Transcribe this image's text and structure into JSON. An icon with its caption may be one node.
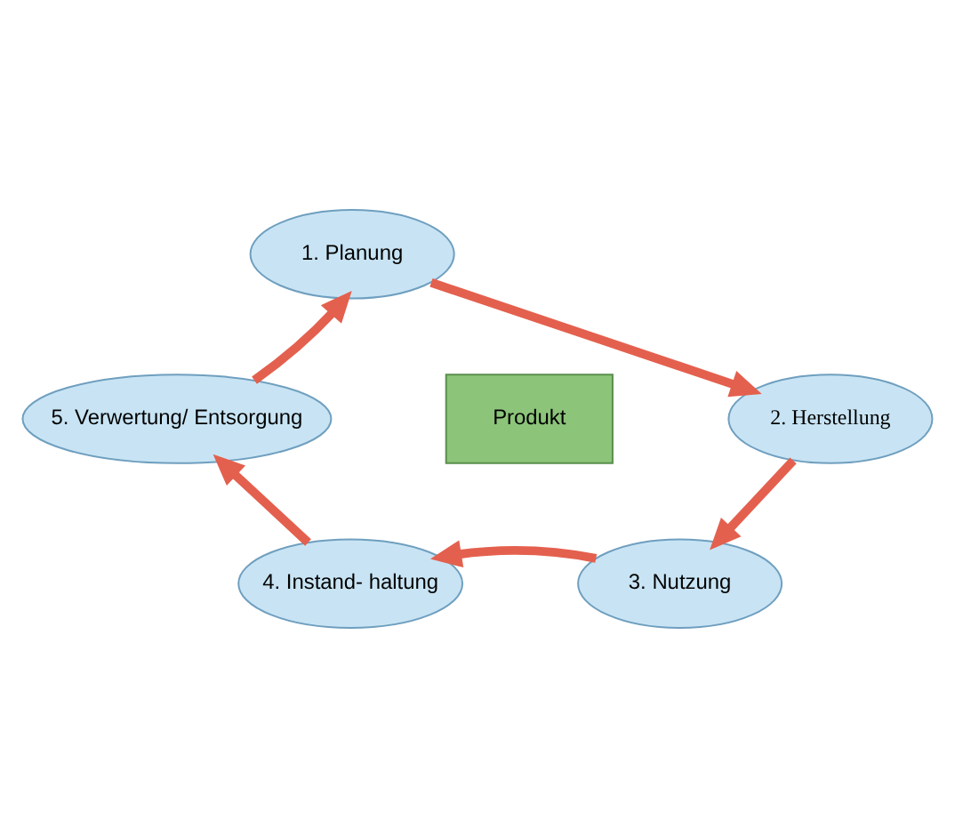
{
  "diagram": {
    "nodes": [
      {
        "text": [
          "1. Planung"
        ]
      },
      {
        "text": [
          "2. Herstellung"
        ]
      },
      {
        "text": [
          "3. Nutzung"
        ]
      },
      {
        "text": [
          "4. Instand- haltung"
        ]
      },
      {
        "text": [
          "5. Verwertung/ Entsorgung"
        ]
      },
      {
        "text": [
          "Produkt"
        ]
      }
    ],
    "edges": [
      {
        "from": 0,
        "to": 1,
        "arrow": "to"
      },
      {
        "from": 1,
        "to": 2,
        "arrow": "to"
      },
      {
        "from": 2,
        "to": 3,
        "arrow": "to"
      },
      {
        "from": 3,
        "to": 4,
        "arrow": "to"
      },
      {
        "from": 4,
        "to": 0,
        "arrow": "to"
      }
    ]
  }
}
